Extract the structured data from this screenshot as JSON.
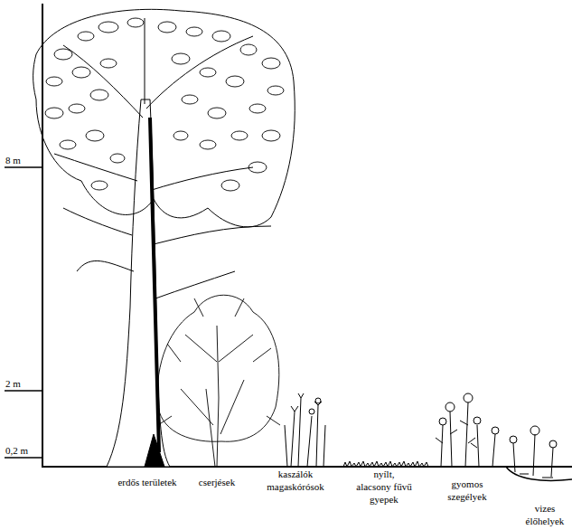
{
  "diagram": {
    "labels": [
      "8 m",
      "2 m",
      "0,2 m",
      "erdős területek",
      "cserjések",
      "kaszálók magaskórósok",
      "nyílt, alacsony fűvű gyepek",
      "gyomos szegélyek",
      "vizes élőhelyek"
    ]
  }
}
